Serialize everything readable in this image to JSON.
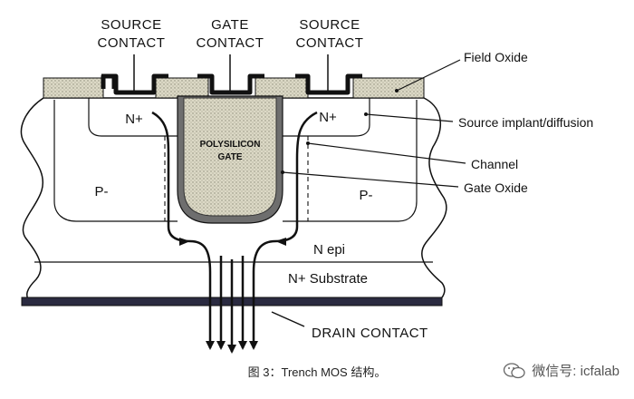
{
  "labels": {
    "source_contact_left": [
      "SOURCE",
      "CONTACT"
    ],
    "gate_contact": [
      "GATE",
      "CONTACT"
    ],
    "source_contact_right": [
      "SOURCE",
      "CONTACT"
    ],
    "field_oxide": "Field Oxide",
    "source_implant": "Source implant/diffusion",
    "channel": "Channel",
    "gate_oxide": "Gate Oxide",
    "n_plus_left": "N+",
    "n_plus_right": "N+",
    "polysilicon_gate": [
      "POLYSILICON",
      "GATE"
    ],
    "p_minus_left": "P-",
    "p_minus_right": "P-",
    "n_epi": "N epi",
    "n_substrate": "N+ Substrate",
    "drain_contact": "DRAIN CONTACT"
  },
  "caption": "图 3：Trench MOS 结构。",
  "watermark": "微信号: icfalab",
  "colors": {
    "stroke": "#111111",
    "field_oxide": "#d9d6c4",
    "poly_fill": "#e6e2c8",
    "gate_oxide": "#777777",
    "drain_metal": "#2a2a40"
  }
}
